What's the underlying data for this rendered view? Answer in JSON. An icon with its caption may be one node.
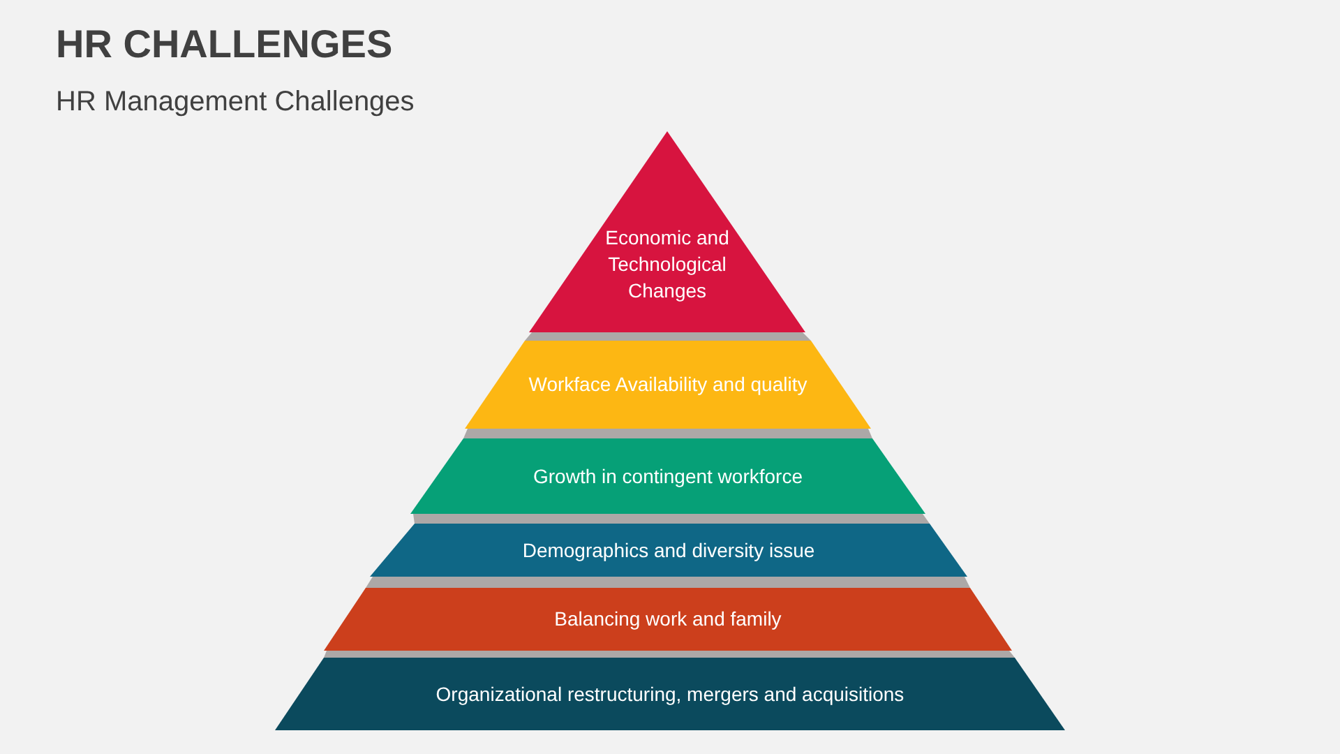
{
  "diagram": {
    "title": "HR CHALLENGES",
    "nodes": [
      {
        "text": [
          "Economic and Technological Changes"
        ]
      },
      {
        "text": [
          "Workface Availability and quality"
        ]
      },
      {
        "text": [
          "Growth in contingent workforce"
        ]
      },
      {
        "text": [
          "Demographics and diversity issue"
        ]
      },
      {
        "text": [
          "Balancing work and family"
        ]
      },
      {
        "text": [
          "Organizational restructuring, mergers and acquisitions"
        ]
      }
    ],
    "labels": [
      "HR Management Challenges"
    ]
  }
}
